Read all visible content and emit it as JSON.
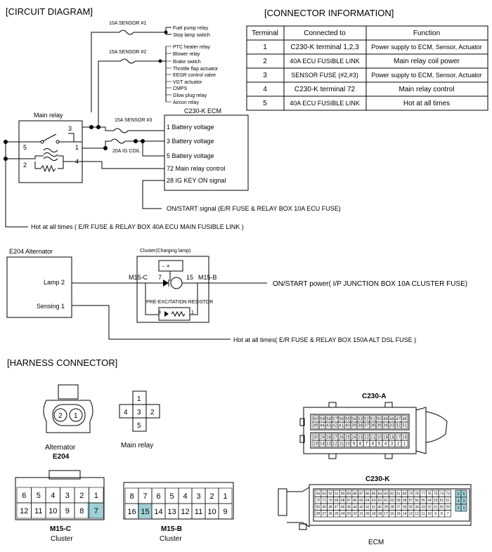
{
  "sections": {
    "circuit": "[CIRCUIT DIAGRAM]",
    "connector": "[CONNECTOR INFORMATION]",
    "harness": "[HARNESS CONNECTOR]"
  },
  "table": {
    "headers": [
      "Terminal",
      "Connected to",
      "Function"
    ],
    "rows": [
      [
        "1",
        "C230-K  terminal 1,2,3",
        "Power supply to ECM, Sensor, Actuator"
      ],
      [
        "2",
        "40A ECU FUSIBLE LINK",
        "Main relay coil power"
      ],
      [
        "3",
        "SENSOR FUSE (#2,#3)",
        "Power supply to ECM, Sensor, Actuator"
      ],
      [
        "4",
        "C230-K terminal 72",
        "Main relay control"
      ],
      [
        "5",
        "40A ECU FUSIBLE LINK",
        "Hot at all times"
      ]
    ]
  },
  "circuit": {
    "sensor1": "10A SENSOR #1",
    "sensor1_loads": [
      "Fuel pump relay",
      "Stop lamp switch"
    ],
    "sensor2": "15A SENSOR #2",
    "sensor2_loads": [
      "PTC heater relay",
      "Blower relay",
      "Brake switch",
      "Throttle flap actuator",
      "EEGR control valve",
      "VGT actuator",
      "CMPS",
      "Glow plug relay",
      "Aircon relay"
    ],
    "sensor3": "15A SENSOR #3",
    "ig_coil": "20A IG COIL",
    "main_relay": "Main relay",
    "relay_pins": [
      "3",
      "5",
      "1",
      "2",
      "4"
    ],
    "ecm_title": "C230-K ECM",
    "ecm_pins": [
      "1 Battery voltage",
      "3 Battery voltage",
      "5 Battery voltage",
      "72 Main relay control",
      "28 IG KEY ON signal"
    ],
    "on_start_signal": "ON/START signal (E/R FUSE & RELAY BOX 10A ECU FUSE)",
    "hot_all_times": "Hot at all times  ( E/R FUSE & RELAY BOX 40A ECU MAIN FUSIBLE LINK )"
  },
  "alternator_circuit": {
    "title": "E204 Alternator",
    "lamp": "Lamp 2",
    "sensing": "Sensing 1",
    "cluster_title": "Cluster(Charging lamp)",
    "m15c": "M15-C",
    "pin7": "7",
    "pin15": "15",
    "m15b": "M15-B",
    "resistor": "PRE-EXCITATION RESISTOR",
    "pin3": "3",
    "pin1": "1",
    "on_start_power": "ON/START power( I/P JUNCTION BOX 10A CLUSTER FUSE)",
    "hot_150a": "Hot at all times( E/R FUSE & RELAY BOX 150A ALT DSL FUSE )"
  },
  "harness": {
    "alternator_label": "Alternator",
    "alternator_code": "E204",
    "alternator_pins": [
      "2",
      "1"
    ],
    "main_relay_label": "Main relay",
    "main_relay_pins": [
      "1",
      "4",
      "3",
      "2",
      "5"
    ],
    "c230a": "C230-A",
    "c230k": "C230-K",
    "ecm": "ECM",
    "m15c_code": "M15-C",
    "m15c_sub": "Cluster",
    "m15c_top": [
      "6",
      "5",
      "4",
      "3",
      "2",
      "1"
    ],
    "m15c_bottom": [
      "12",
      "11",
      "10",
      "9",
      "8",
      "7"
    ],
    "m15b_code": "M15-B",
    "m15b_sub": "Cluster",
    "m15b_top": [
      "8",
      "7",
      "6",
      "5",
      "4",
      "3",
      "2",
      "1"
    ],
    "m15b_bottom": [
      "16",
      "15",
      "14",
      "13",
      "12",
      "11",
      "10",
      "9"
    ],
    "c230a_row1": [
      "60",
      "59",
      "58",
      "57",
      "56",
      "55",
      "54",
      "53",
      "52",
      "51",
      "50",
      "49",
      "48",
      "47",
      "46"
    ],
    "c230a_row2": [
      "45",
      "44",
      "43",
      "42",
      "41",
      "40",
      "39",
      "38",
      "37",
      "36",
      "35",
      "34",
      "33",
      "32",
      "31"
    ],
    "c230a_row3": [
      "30",
      "29",
      "28",
      "27",
      "26",
      "25",
      "24",
      "23",
      "22",
      "21",
      "20",
      "19",
      "18",
      "17",
      "16"
    ],
    "c230a_row4": [
      "15",
      "14",
      "13",
      "12",
      "11",
      "10",
      "9",
      "8",
      "7",
      "6",
      "5",
      "4",
      "3",
      "2",
      "1"
    ],
    "c230k_row1": [
      "94",
      "93",
      "92",
      "91",
      "90",
      "89",
      "88",
      "87",
      "86",
      "85",
      "84",
      "83",
      "82",
      "81",
      "80",
      "79",
      "78",
      "77",
      "76",
      "75",
      "74",
      "73"
    ],
    "c230k_row2": [
      "72",
      "71",
      "70",
      "69",
      "68",
      "67",
      "66",
      "65",
      "64",
      "63",
      "62",
      "61",
      "60",
      "59",
      "58",
      "57",
      "56",
      "55",
      "54",
      "53",
      "52",
      "51"
    ],
    "c230k_row3": [
      "50",
      "49",
      "48",
      "47",
      "46",
      "45",
      "44",
      "43",
      "42",
      "41",
      "40",
      "39",
      "38",
      "37",
      "36",
      "35",
      "34",
      "33",
      "32",
      "31",
      "30",
      "29"
    ],
    "c230k_row4": [
      "28",
      "27",
      "26",
      "25",
      "24",
      "23",
      "22",
      "21",
      "20",
      "19",
      "18",
      "17",
      "16",
      "15",
      "14",
      "13",
      "12",
      "11",
      "10",
      "9",
      "8",
      "7"
    ],
    "c230k_side": [
      "6",
      "5",
      "4",
      "3",
      "2",
      "1"
    ]
  }
}
